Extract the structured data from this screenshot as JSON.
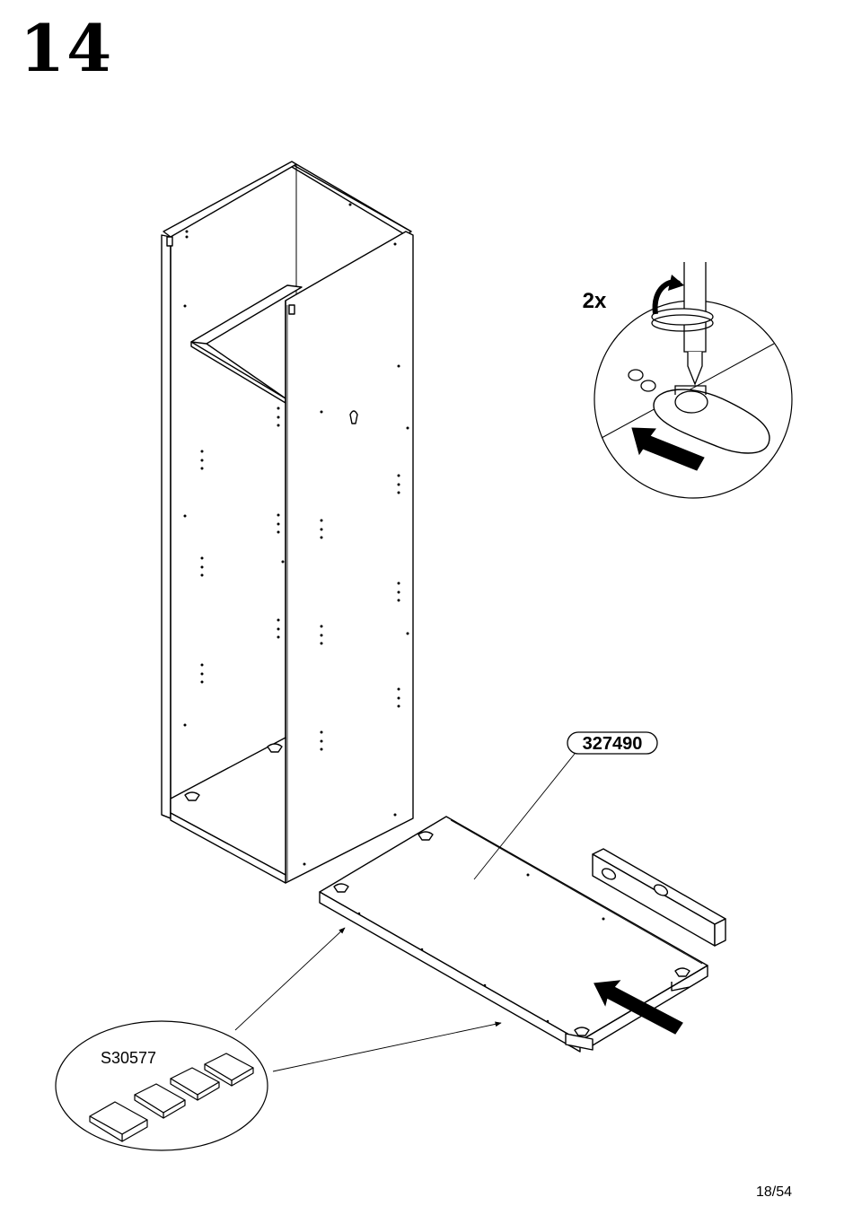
{
  "step": {
    "number": "14"
  },
  "detail": {
    "quantity": "2x"
  },
  "parts": {
    "panel_code": "327490",
    "accessory_code": "S30577"
  },
  "footer": {
    "page": "18/54"
  }
}
